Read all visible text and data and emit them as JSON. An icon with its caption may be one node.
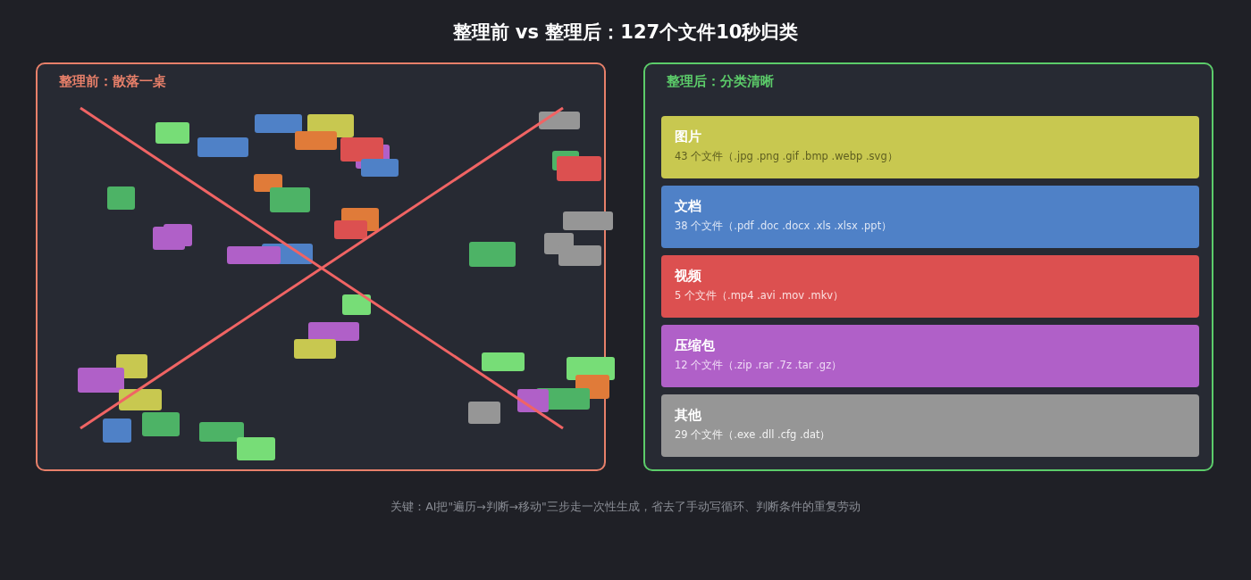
{
  "diagram": {
    "title": "整理前 vs 整理后：127个文件10秒归类",
    "nodes": [
      {
        "text": [
          "整理前：散落一桌"
        ]
      },
      {
        "text": [
          "整理后：分类清晰"
        ]
      },
      {
        "text": [
          "图片",
          "43 个文件（.jpg .png .gif .bmp .webp .svg）"
        ],
        "in": 1
      },
      {
        "text": [
          "文档",
          "38 个文件（.pdf .doc .docx .xls .xlsx .ppt）"
        ],
        "in": 1
      },
      {
        "text": [
          "视频",
          "5 个文件（.mp4 .avi .mov .mkv）"
        ],
        "in": 1
      },
      {
        "text": [
          "压缩包",
          "12 个文件（.zip .rar .7z .tar .gz）"
        ],
        "in": 1
      },
      {
        "text": [
          "其他",
          "29 个文件（.exe .dll .cfg .dat）"
        ],
        "in": 1
      }
    ],
    "edges": [],
    "labels": [
      "关键：AI把\"遍历→判断→移动\"三步走一次性生成，省去了手动写循环、判断条件的重复劳动"
    ]
  }
}
